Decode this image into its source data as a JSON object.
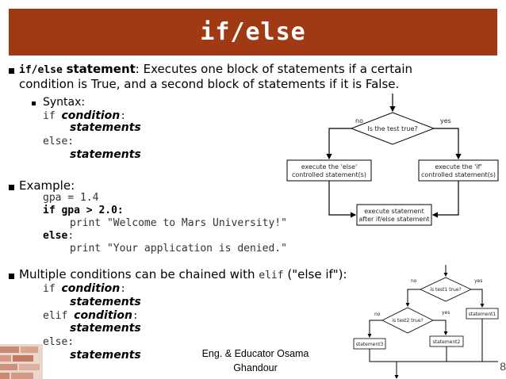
{
  "title": "if/else",
  "intro": {
    "code_term": "if/else",
    "term": "statement",
    "line1_rest": ": Executes one block of statements if a certain",
    "line2": "condition is True, and a second block of statements if it is False."
  },
  "syntax": {
    "label": "Syntax:",
    "line1_kw": "if",
    "line1_cond": "condition",
    "line1_colon": ":",
    "line2": "statements",
    "line3": "else:",
    "line4": "statements"
  },
  "example": {
    "label": "Example:",
    "line1": "gpa = 1.4",
    "line2": "if gpa > 2.0:",
    "line3": "print \"Welcome to Mars University!\"",
    "line4_kw": "else",
    "line4_colon": ":",
    "line5": "print \"Your application is denied.\""
  },
  "multiple": {
    "text1": "Multiple conditions can be chained with",
    "code": "elif",
    "text2": "(\"else if\"):",
    "line1_kw": "if",
    "line1_cond": "condition",
    "line1_colon": ":",
    "line2": "statements",
    "line3_kw": "elif",
    "line3_cond": "condition",
    "line3_colon": ":",
    "line4": "statements",
    "line5": "else:",
    "line6": "statements"
  },
  "flowchart1": {
    "decision": "Is the test true?",
    "no": "no",
    "yes": "yes",
    "else_box_1": "execute the 'else'",
    "else_box_2": "controlled statement(s)",
    "if_box_1": "execute the 'if'",
    "if_box_2": "controlled statement(s)",
    "after_box_1": "execute statement",
    "after_box_2": "after if/else statement"
  },
  "flowchart2": {
    "decision1": "is test1 true?",
    "decision2": "is test2 true?",
    "no1": "no",
    "yes1": "yes",
    "no2": "no",
    "yes2": "yes",
    "statement1": "statement1",
    "statement2": "statement2",
    "statement3": "statement3"
  },
  "footer": {
    "line1": "Eng. & Educator Osama",
    "line2": "Ghandour"
  },
  "page_number": "8",
  "colors": {
    "title_bg": "#a03a14",
    "title_text": "#ffffff"
  }
}
